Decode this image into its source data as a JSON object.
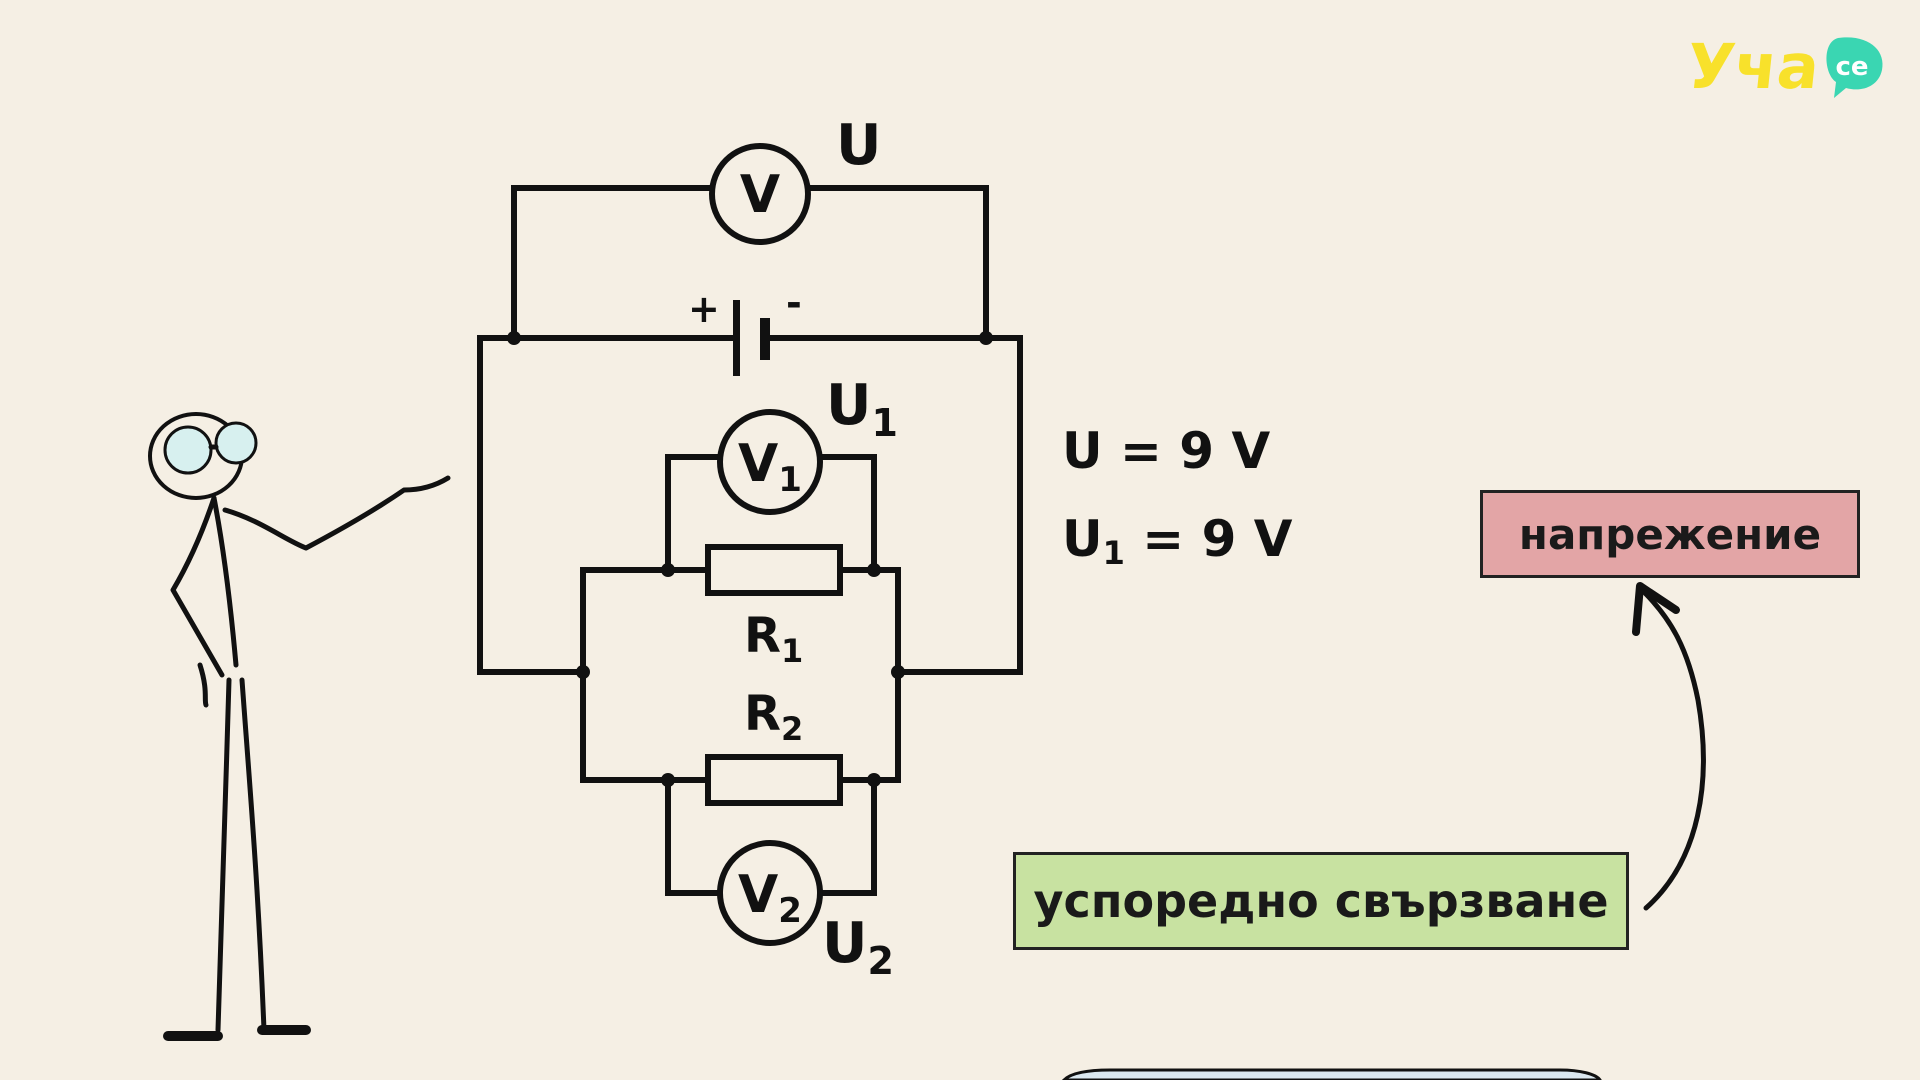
{
  "logo": {
    "text": "Уча",
    "badge": "се",
    "color": "#f8e12b",
    "badge_color": "#3ad6b2"
  },
  "circuit": {
    "voltmeter_symbol": "V",
    "voltmeter1_symbol": "V",
    "voltmeter1_sub": "1",
    "voltmeter2_symbol": "V",
    "voltmeter2_sub": "2",
    "label_u": "U",
    "label_u1": "U",
    "label_u1_sub": "1",
    "label_u2": "U",
    "label_u2_sub": "2",
    "battery_plus": "+",
    "battery_minus": "-",
    "r1": "R",
    "r1_sub": "1",
    "r2": "R",
    "r2_sub": "2"
  },
  "equations": {
    "line1": "U = 9 V",
    "line2_u": "U",
    "line2_sub": "1",
    "line2_rest": " = 9 V"
  },
  "tags": {
    "voltage": {
      "text": "напрежение",
      "color": "#e3a5a6"
    },
    "parallel": {
      "text": "успоредно свързване",
      "color": "#c8e2a1"
    }
  }
}
